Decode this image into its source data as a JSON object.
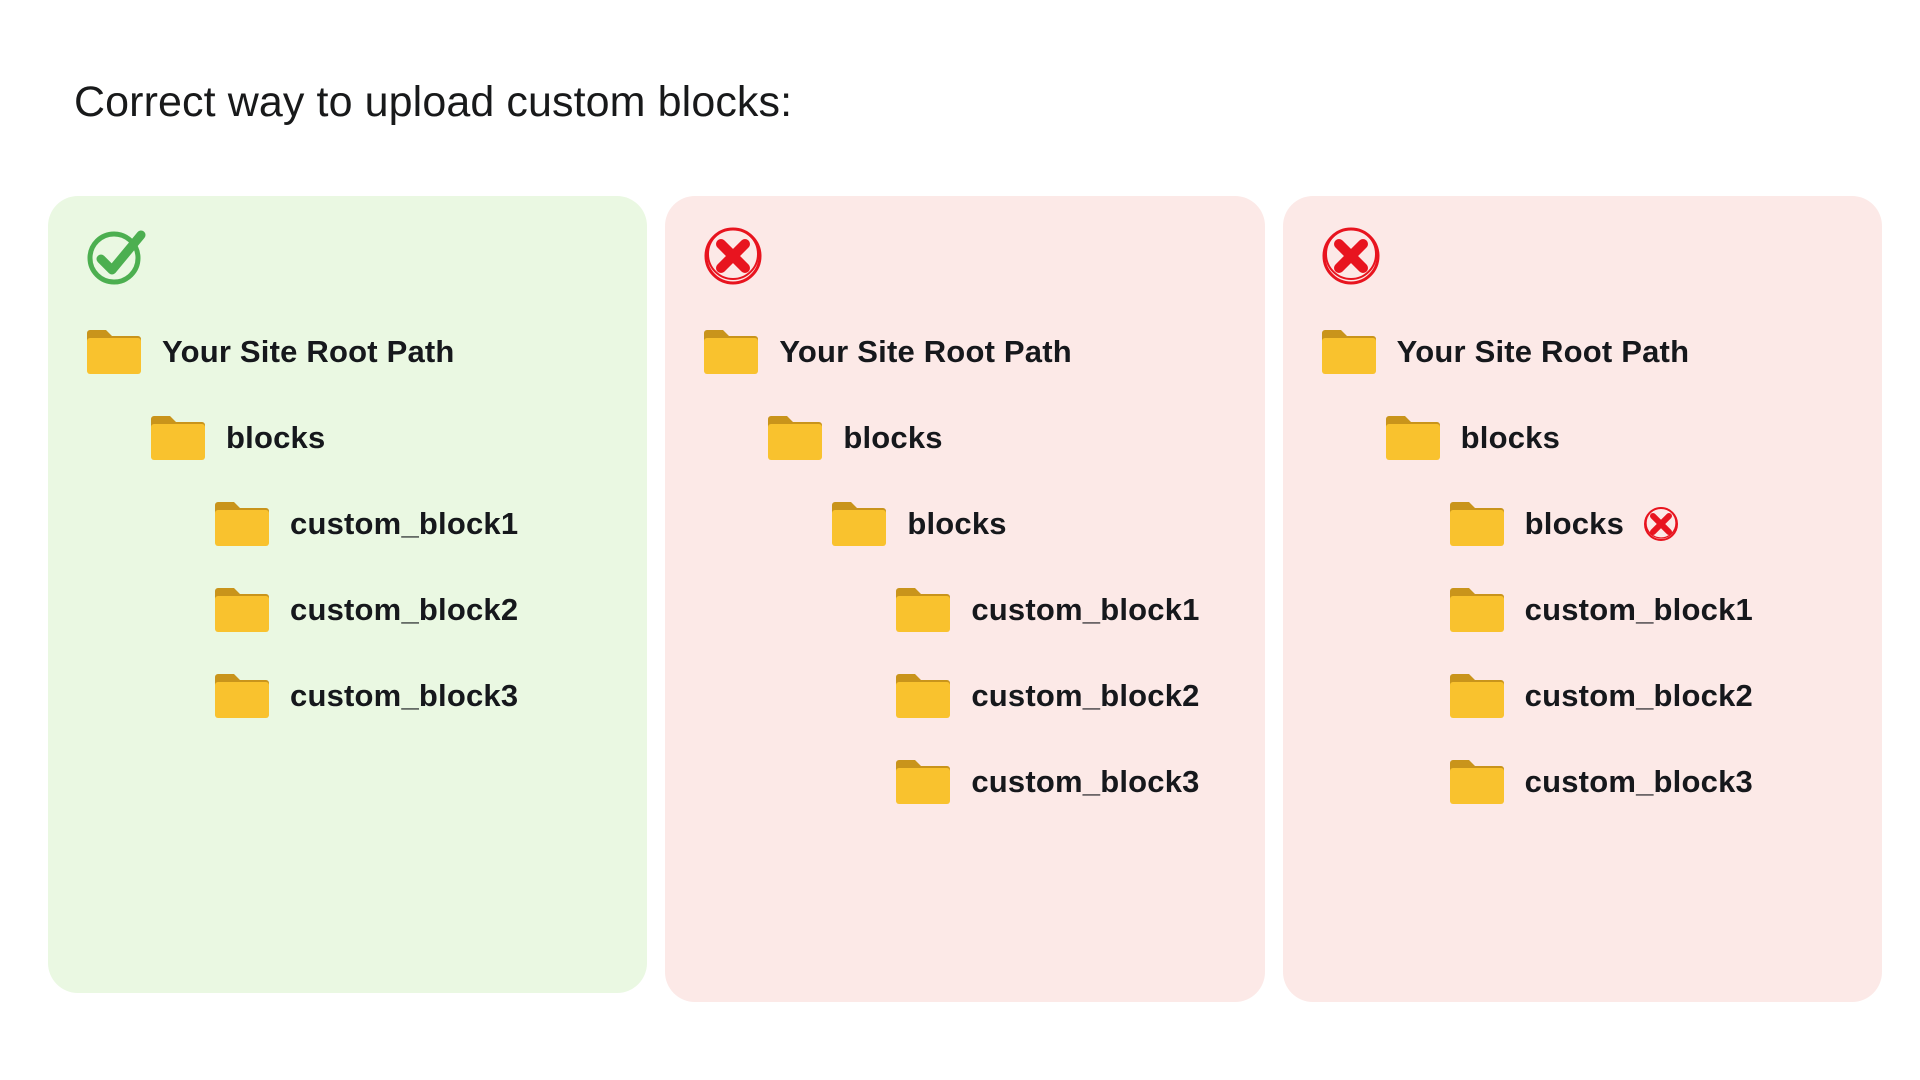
{
  "page": {
    "title": "Correct way to upload custom blocks:",
    "background_color": "#ffffff"
  },
  "colors": {
    "ok_card_background": "#eaf8e2",
    "bad_card_background": "#fce9e7",
    "check_green": "#4caf50",
    "cross_red": "#e8141f",
    "folder_body": "#f9c22e",
    "folder_tab": "#c9941b",
    "text_dark": "#16181c",
    "title_text": "#18191a"
  },
  "cards": [
    {
      "id": "correct-structure",
      "status": "correct",
      "status_icon": "check-circle-icon",
      "variant": "variant-ok",
      "rows": [
        {
          "label": "Your Site Root Path",
          "indent": 0,
          "icon": "folder-icon",
          "badge": null
        },
        {
          "label": "blocks",
          "indent": 1,
          "icon": "folder-icon",
          "badge": null
        },
        {
          "label": "custom_block1",
          "indent": 2,
          "icon": "folder-icon",
          "badge": null
        },
        {
          "label": "custom_block2",
          "indent": 2,
          "icon": "folder-icon",
          "badge": null
        },
        {
          "label": "custom_block3",
          "indent": 2,
          "icon": "folder-icon",
          "badge": null
        }
      ]
    },
    {
      "id": "wrong-structure-nested-blocks",
      "status": "incorrect",
      "status_icon": "cross-circle-icon",
      "variant": "variant-bad",
      "rows": [
        {
          "label": "Your Site Root Path",
          "indent": 0,
          "icon": "folder-icon",
          "badge": null
        },
        {
          "label": "blocks",
          "indent": 1,
          "icon": "folder-icon",
          "badge": null
        },
        {
          "label": "blocks",
          "indent": 2,
          "icon": "folder-icon",
          "badge": null
        },
        {
          "label": "custom_block1",
          "indent": 3,
          "icon": "folder-icon",
          "badge": null
        },
        {
          "label": "custom_block2",
          "indent": 3,
          "icon": "folder-icon",
          "badge": null
        },
        {
          "label": "custom_block3",
          "indent": 3,
          "icon": "folder-icon",
          "badge": null
        }
      ]
    },
    {
      "id": "wrong-structure-sibling-blocks",
      "status": "incorrect",
      "status_icon": "cross-circle-icon",
      "variant": "variant-bad",
      "rows": [
        {
          "label": "Your Site Root Path",
          "indent": 0,
          "icon": "folder-icon",
          "badge": null
        },
        {
          "label": "blocks",
          "indent": 1,
          "icon": "folder-icon",
          "badge": null
        },
        {
          "label": "blocks",
          "indent": 2,
          "icon": "folder-icon",
          "badge": "cross-circle-icon"
        },
        {
          "label": "custom_block1",
          "indent": 2,
          "icon": "folder-icon",
          "badge": null
        },
        {
          "label": "custom_block2",
          "indent": 2,
          "icon": "folder-icon",
          "badge": null
        },
        {
          "label": "custom_block3",
          "indent": 2,
          "icon": "folder-icon",
          "badge": null
        }
      ]
    }
  ]
}
